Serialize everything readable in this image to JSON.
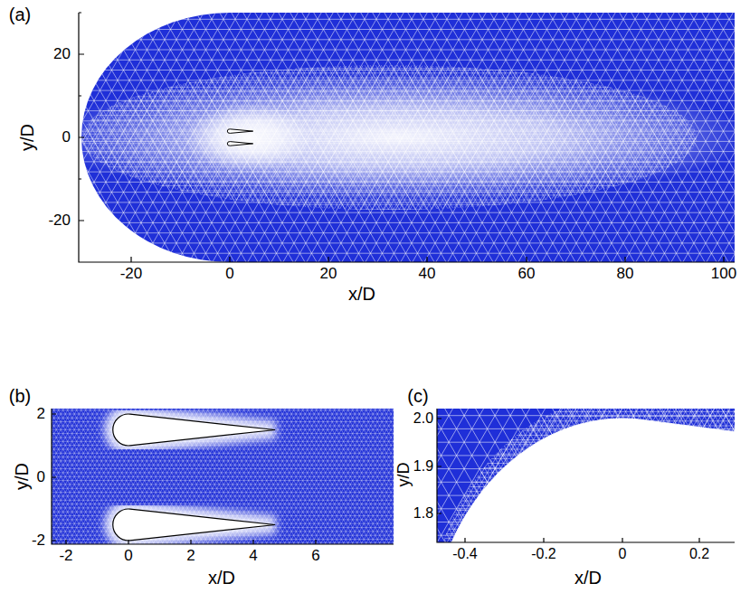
{
  "diagram": {
    "labels": [
      "(a)",
      "20",
      "0",
      "-20",
      "y/D",
      "-20",
      "0",
      "20",
      "40",
      "60",
      "80",
      "100",
      "x/D",
      "(b)",
      "2",
      "0",
      "-2",
      "y/D",
      "-2",
      "0",
      "2",
      "4",
      "6",
      "x/D",
      "(c)",
      "2.0",
      "1.9",
      "1.8",
      "y/D",
      "-0.4",
      "-0.2",
      "0",
      "0.2",
      "x/D"
    ]
  }
}
